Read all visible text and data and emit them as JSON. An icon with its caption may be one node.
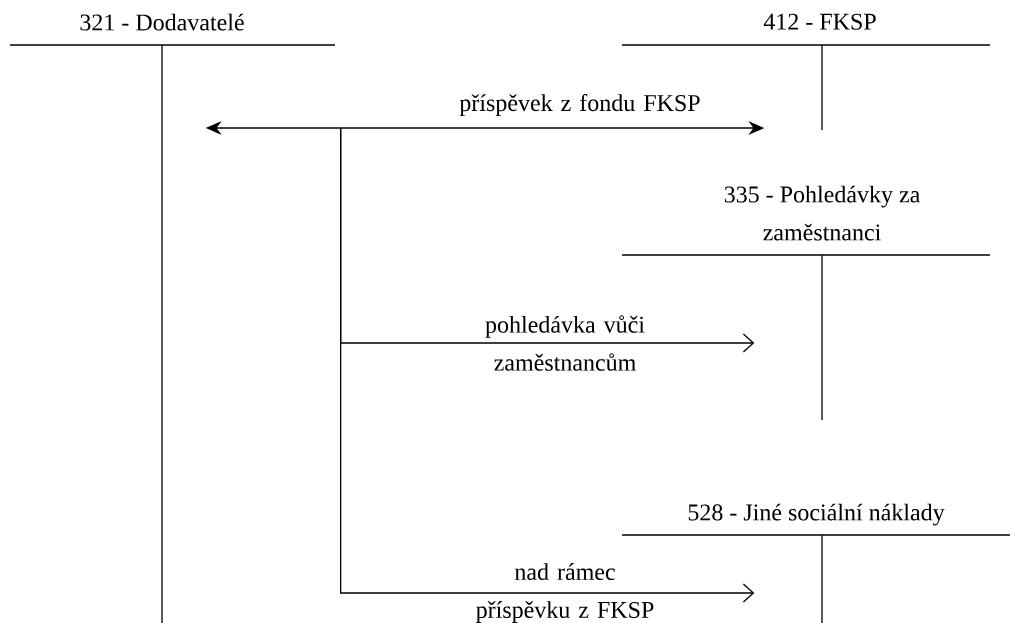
{
  "diagram": {
    "nodes": [
      {
        "text": [
          "321 - Dodavatelé"
        ]
      },
      {
        "text": [
          "412 - FKSP"
        ]
      },
      {
        "text": [
          "335 - Pohledávky za zaměstnanci"
        ]
      },
      {
        "text": [
          "528 - Jiné sociální náklady"
        ]
      }
    ],
    "edges": [
      {
        "from": 0,
        "to": 1,
        "arrow": "both",
        "label": "příspěvek z fondu FKSP"
      },
      {
        "from": 0,
        "to": 2,
        "arrow": "to",
        "label": "pohledávka vůči zaměstnancům"
      },
      {
        "from": 0,
        "to": 3,
        "arrow": "to",
        "label": "nad rámec příspěvku z FKSP"
      }
    ]
  }
}
